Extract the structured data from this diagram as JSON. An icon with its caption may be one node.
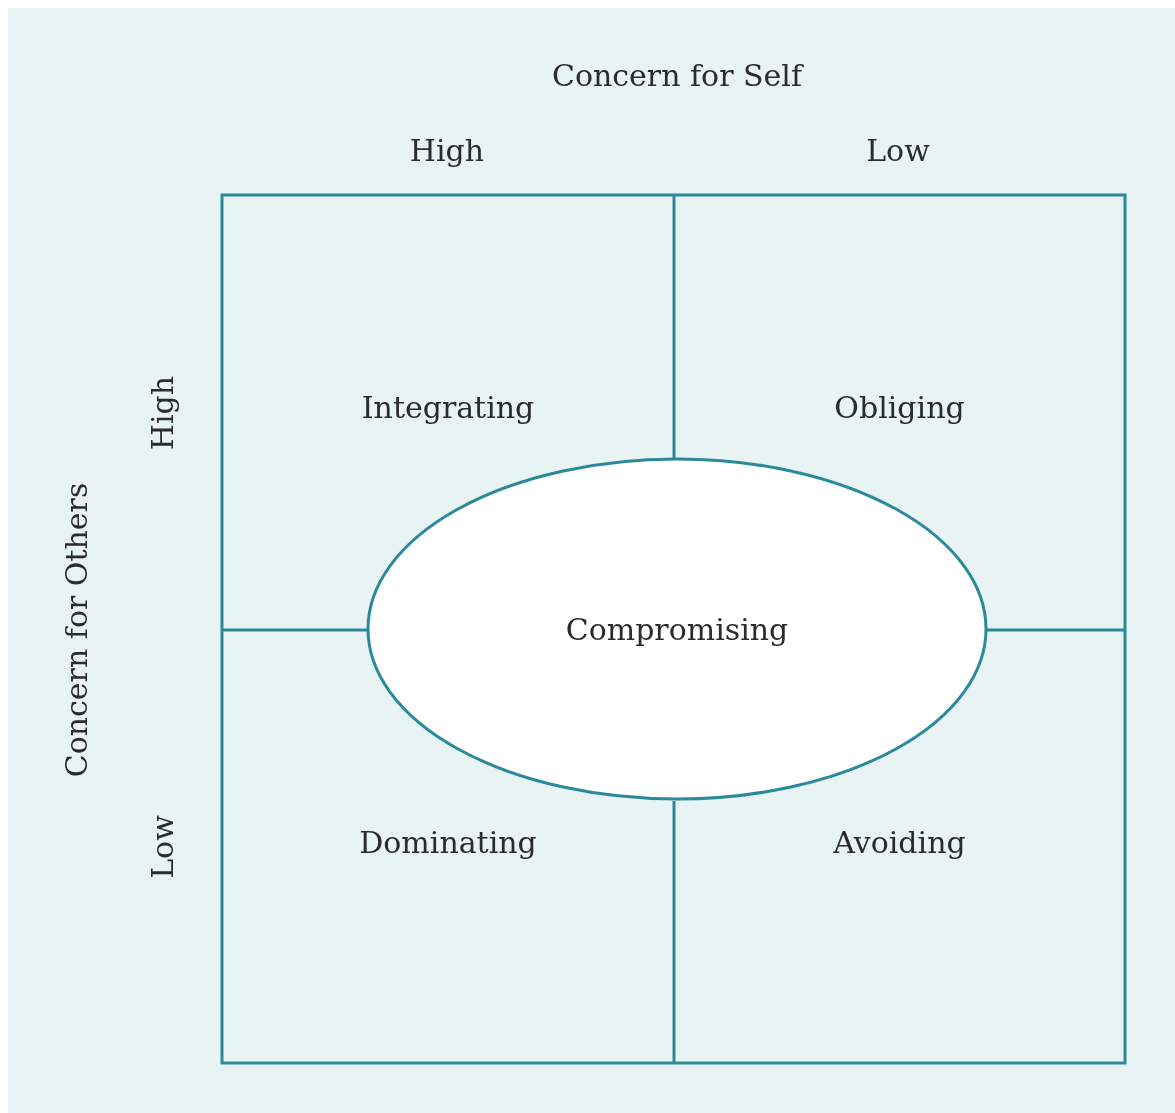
{
  "diagram": {
    "nodes": [
      {
        "text": [
          "Integrating"
        ]
      },
      {
        "text": [
          "Obliging"
        ]
      },
      {
        "text": [
          "Compromising"
        ]
      },
      {
        "text": [
          "Dominating"
        ]
      },
      {
        "text": [
          "Avoiding"
        ]
      }
    ],
    "labels": [
      "Concern for Self",
      "High",
      "Low",
      "High",
      "Concern for Others",
      "Low"
    ]
  }
}
